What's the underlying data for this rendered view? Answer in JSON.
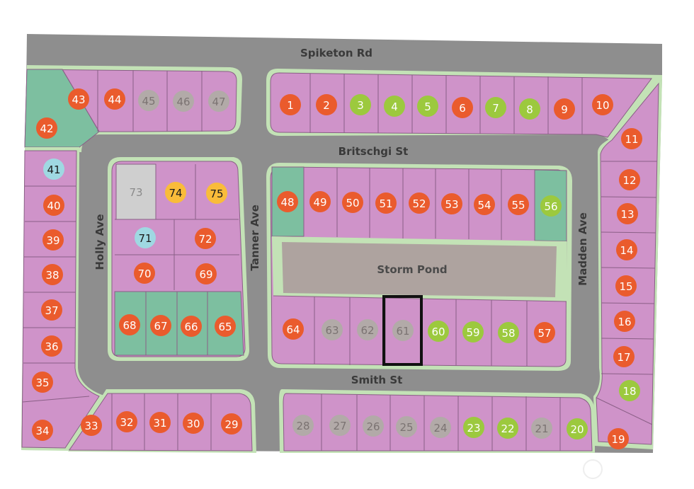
{
  "roads": {
    "spiketon": "Spiketon Rd",
    "britschgi": "Britschgi St",
    "smith": "Smith St",
    "holly": "Holly Ave",
    "tanner": "Tanner Ave",
    "madden": "Madden Ave"
  },
  "pond": {
    "label": "Storm Pond"
  },
  "colors": {
    "road": "#8e8e8e",
    "road_edge": "#c3e2b6",
    "lot_fill": "#cf93c9",
    "lot_line": "#8a5f86",
    "lot_green": "#7dbfa0",
    "lot_gray": "#cfcfcf",
    "pond": "#aea39f",
    "status_sold": "#ea5b2d",
    "status_available": "#9cc93e",
    "status_reserved": "#b2aaa8",
    "status_yellow": "#f9bc3a",
    "status_blue": "#9fd8e2",
    "selection": "#111111"
  },
  "lots": [
    {
      "num": "1",
      "status": "sold"
    },
    {
      "num": "2",
      "status": "sold"
    },
    {
      "num": "3",
      "status": "available"
    },
    {
      "num": "4",
      "status": "available"
    },
    {
      "num": "5",
      "status": "available"
    },
    {
      "num": "6",
      "status": "sold"
    },
    {
      "num": "7",
      "status": "available"
    },
    {
      "num": "8",
      "status": "available"
    },
    {
      "num": "9",
      "status": "sold"
    },
    {
      "num": "10",
      "status": "sold"
    },
    {
      "num": "11",
      "status": "sold"
    },
    {
      "num": "12",
      "status": "sold"
    },
    {
      "num": "13",
      "status": "sold"
    },
    {
      "num": "14",
      "status": "sold"
    },
    {
      "num": "15",
      "status": "sold"
    },
    {
      "num": "16",
      "status": "sold"
    },
    {
      "num": "17",
      "status": "sold"
    },
    {
      "num": "18",
      "status": "available"
    },
    {
      "num": "19",
      "status": "sold"
    },
    {
      "num": "20",
      "status": "available"
    },
    {
      "num": "21",
      "status": "reserved"
    },
    {
      "num": "22",
      "status": "available"
    },
    {
      "num": "23",
      "status": "available"
    },
    {
      "num": "24",
      "status": "reserved"
    },
    {
      "num": "25",
      "status": "reserved"
    },
    {
      "num": "26",
      "status": "reserved"
    },
    {
      "num": "27",
      "status": "reserved"
    },
    {
      "num": "28",
      "status": "reserved"
    },
    {
      "num": "29",
      "status": "sold"
    },
    {
      "num": "30",
      "status": "sold"
    },
    {
      "num": "31",
      "status": "sold"
    },
    {
      "num": "32",
      "status": "sold"
    },
    {
      "num": "33",
      "status": "sold"
    },
    {
      "num": "34",
      "status": "sold"
    },
    {
      "num": "35",
      "status": "sold"
    },
    {
      "num": "36",
      "status": "sold"
    },
    {
      "num": "37",
      "status": "sold"
    },
    {
      "num": "38",
      "status": "sold"
    },
    {
      "num": "39",
      "status": "sold"
    },
    {
      "num": "40",
      "status": "sold"
    },
    {
      "num": "41",
      "status": "blue"
    },
    {
      "num": "42",
      "status": "sold"
    },
    {
      "num": "43",
      "status": "sold"
    },
    {
      "num": "44",
      "status": "sold"
    },
    {
      "num": "45",
      "status": "reserved"
    },
    {
      "num": "46",
      "status": "reserved"
    },
    {
      "num": "47",
      "status": "reserved"
    },
    {
      "num": "48",
      "status": "sold"
    },
    {
      "num": "49",
      "status": "sold"
    },
    {
      "num": "50",
      "status": "sold"
    },
    {
      "num": "51",
      "status": "sold"
    },
    {
      "num": "52",
      "status": "sold"
    },
    {
      "num": "53",
      "status": "sold"
    },
    {
      "num": "54",
      "status": "sold"
    },
    {
      "num": "55",
      "status": "sold"
    },
    {
      "num": "56",
      "status": "available"
    },
    {
      "num": "57",
      "status": "sold"
    },
    {
      "num": "58",
      "status": "available"
    },
    {
      "num": "59",
      "status": "available"
    },
    {
      "num": "60",
      "status": "available"
    },
    {
      "num": "61",
      "status": "reserved",
      "selected": true
    },
    {
      "num": "62",
      "status": "reserved"
    },
    {
      "num": "63",
      "status": "reserved"
    },
    {
      "num": "64",
      "status": "sold"
    },
    {
      "num": "65",
      "status": "sold"
    },
    {
      "num": "66",
      "status": "sold"
    },
    {
      "num": "67",
      "status": "sold"
    },
    {
      "num": "68",
      "status": "sold"
    },
    {
      "num": "69",
      "status": "sold"
    },
    {
      "num": "70",
      "status": "sold"
    },
    {
      "num": "71",
      "status": "blue"
    },
    {
      "num": "72",
      "status": "sold"
    },
    {
      "num": "73",
      "status": "none"
    },
    {
      "num": "74",
      "status": "yellow"
    },
    {
      "num": "75",
      "status": "yellow"
    }
  ]
}
